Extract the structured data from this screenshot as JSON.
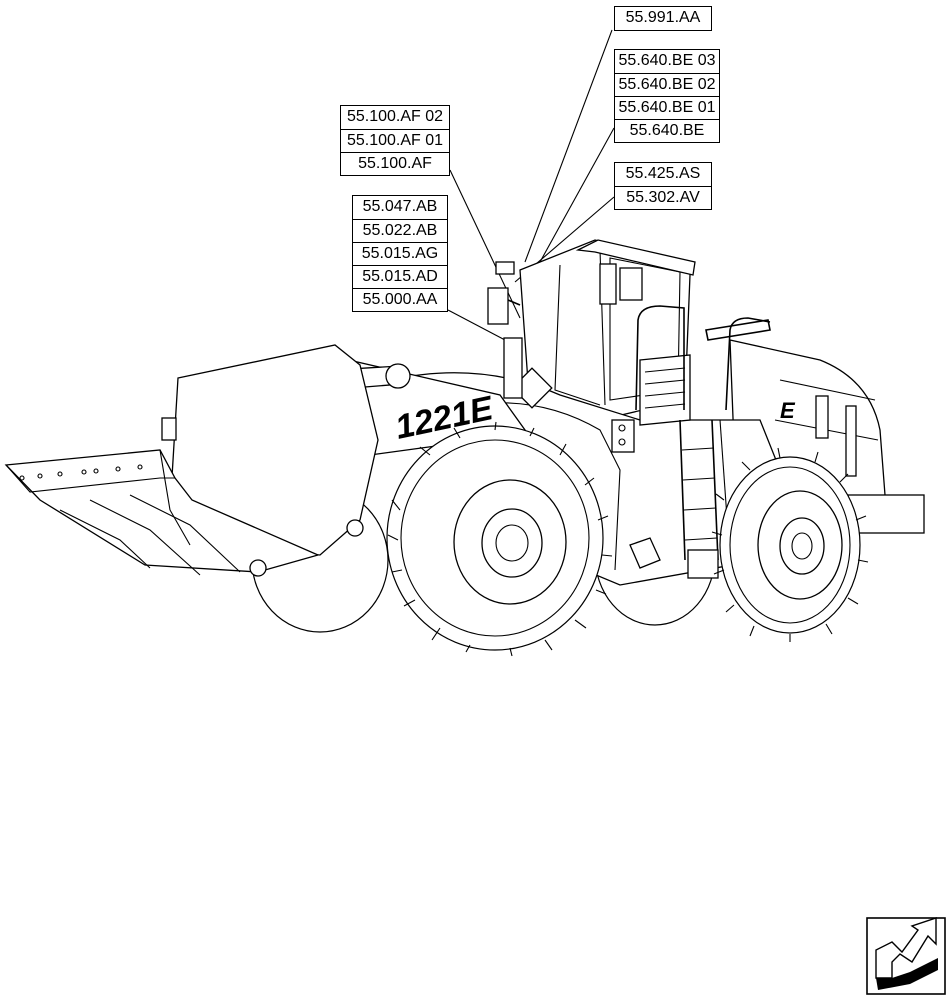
{
  "callouts": [
    {
      "id": "g1",
      "codes": [
        "55.991.AA"
      ]
    },
    {
      "id": "g2",
      "codes": [
        "55.640.BE 03",
        "55.640.BE 02",
        "55.640.BE 01",
        "55.640.BE"
      ]
    },
    {
      "id": "g3",
      "codes": [
        "55.100.AF 02",
        "55.100.AF 01",
        "55.100.AF"
      ]
    },
    {
      "id": "g4",
      "codes": [
        "55.425.AS",
        "55.302.AV"
      ]
    },
    {
      "id": "g5",
      "codes": [
        "55.047.AB",
        "55.022.AB",
        "55.015.AG",
        "55.015.AD",
        "55.000.AA"
      ]
    }
  ],
  "machine": {
    "model_decal": "1221E",
    "rear_decal": "E"
  },
  "icons": {
    "nav": "next-page-arrow-icon"
  },
  "colors": {
    "line": "#000000",
    "background": "#ffffff"
  }
}
